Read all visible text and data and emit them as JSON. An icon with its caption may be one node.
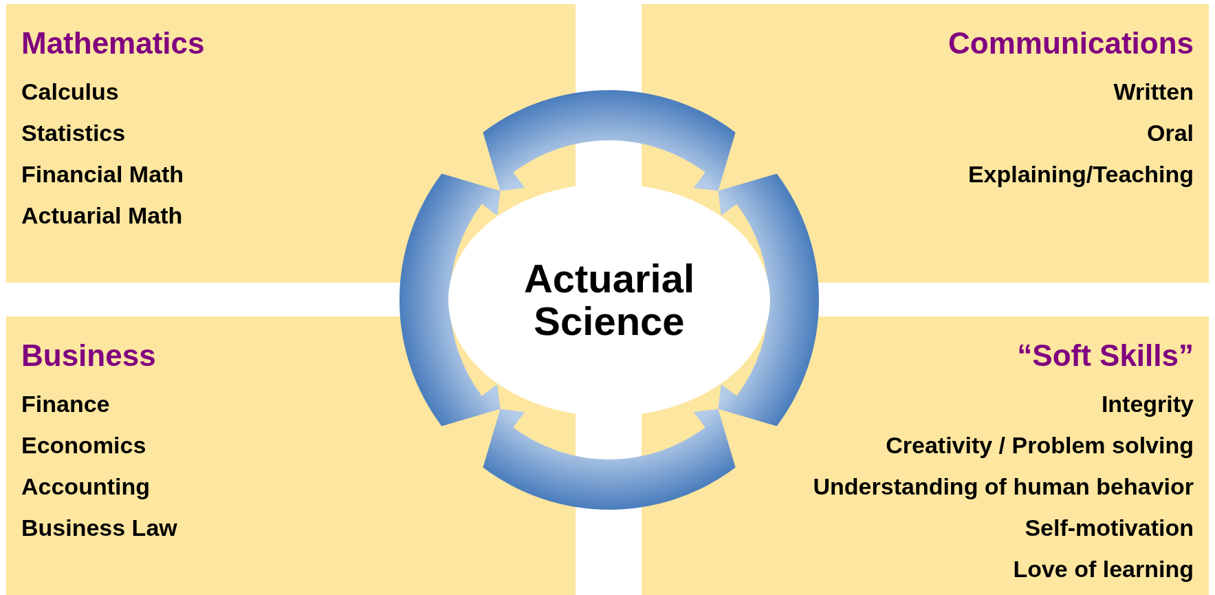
{
  "diagram": {
    "nodes": [
      {
        "text": [
          "Mathematics",
          "Calculus",
          "Statistics",
          "Financial Math",
          "Actuarial Math"
        ]
      },
      {
        "text": [
          "Communications",
          "Written",
          "Oral",
          "Explaining/Teaching"
        ]
      },
      {
        "text": [
          "Actuarial Science"
        ]
      },
      {
        "text": [
          "Business",
          "Finance",
          "Economics",
          "Accounting",
          "Business Law"
        ]
      },
      {
        "text": [
          "“Soft Skills”",
          "Integrity",
          "Creativity / Problem solving",
          "Understanding of human behavior",
          "Self-motivation",
          "Love of learning"
        ]
      }
    ]
  }
}
